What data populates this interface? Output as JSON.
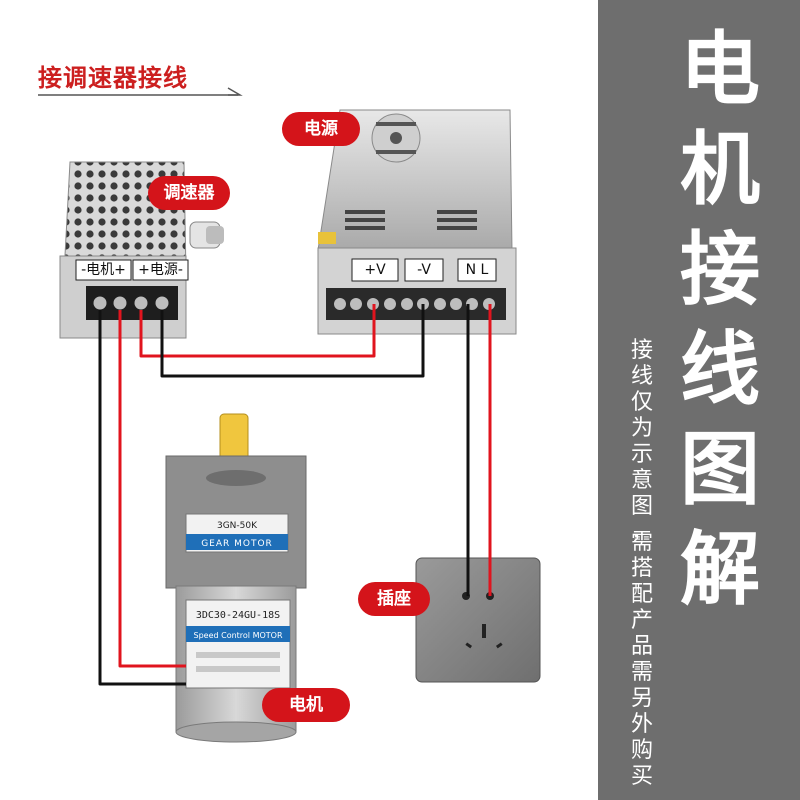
{
  "heading": "接调速器接线",
  "labels": {
    "power_supply": "电源",
    "speed_controller": "调速器",
    "socket": "插座",
    "motor": "电机"
  },
  "controller_terminals": {
    "motor": "-电机+",
    "power": "+电源-"
  },
  "psu_terminals": {
    "positive": "+V",
    "negative": "-V",
    "neutral_live": "N L"
  },
  "motor_labels": {
    "gearbox_model": "3GN-50K",
    "gearbox_name": "GEAR MOTOR",
    "motor_model": "3DC30-24GU-18S",
    "motor_name": "Speed Control MOTOR"
  },
  "side_title": [
    "电",
    "机",
    "接",
    "线",
    "图",
    "解"
  ],
  "side_note_1": [
    "接",
    "线",
    "仅",
    "为",
    "示",
    "意",
    "图",
    "，"
  ],
  "side_note_2": [
    "需",
    "搭",
    "配",
    "产",
    "品",
    "需",
    "另",
    "外",
    "购",
    "买"
  ],
  "colors": {
    "accent_red": "#d4141a",
    "panel_gray": "#6e6e6e",
    "wire_black": "#111111",
    "wire_red": "#e0141e"
  }
}
